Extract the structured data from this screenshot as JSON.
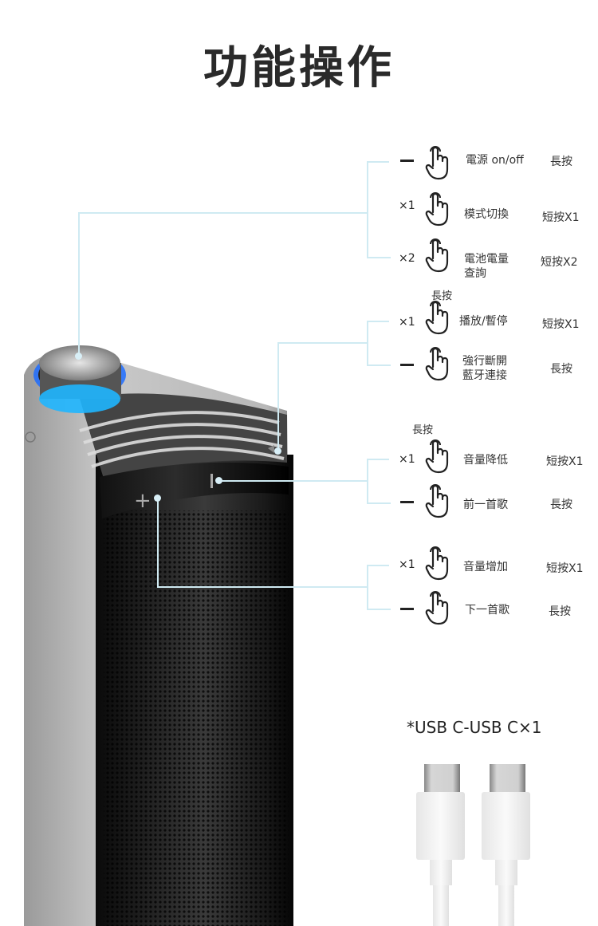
{
  "title": "功能操作",
  "colors": {
    "connector": "#cfeaf2",
    "text": "#333333",
    "knob_glow": "#1d6cff"
  },
  "groups": [
    {
      "button": "power-knob",
      "rows": [
        {
          "press": "—",
          "function": "電源 on/off",
          "action": "長按"
        },
        {
          "press": "×1",
          "function": "模式切換",
          "action": "短按X1"
        },
        {
          "press": "×2",
          "function": "電池電量\n查詢",
          "action": "短按X2"
        }
      ]
    },
    {
      "button": "play-pause-button",
      "note_above": "長按",
      "rows": [
        {
          "press": "×1",
          "function": "播放/暫停",
          "action": "短按X1"
        },
        {
          "press": "—",
          "function": "強行斷開\n藍牙連接",
          "action": "長按"
        }
      ]
    },
    {
      "button": "volume-down-button",
      "note_above": "長按",
      "rows": [
        {
          "press": "×1",
          "function": "音量降低",
          "action": "短按X1"
        },
        {
          "press": "—",
          "function": "前一首歌",
          "action": "長按"
        }
      ]
    },
    {
      "button": "volume-up-button",
      "rows": [
        {
          "press": "×1",
          "function": "音量增加",
          "action": "短按X1"
        },
        {
          "press": "—",
          "function": "下一首歌",
          "action": "長按"
        }
      ]
    }
  ],
  "accessory": {
    "label": "*USB C-USB C×1",
    "icon": "usb-c-cable"
  }
}
